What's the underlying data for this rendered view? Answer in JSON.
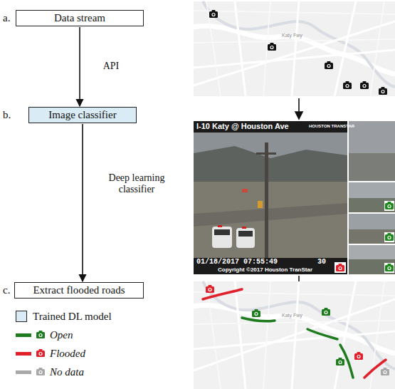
{
  "diagram": {
    "nodes": [
      {
        "text": [
          "Data stream"
        ]
      },
      {
        "text": [
          "Image classifier"
        ]
      },
      {
        "text": [
          "Extract flooded roads"
        ]
      }
    ],
    "edges": [
      {
        "from": 0,
        "to": 1,
        "label": "API",
        "arrow": "to"
      },
      {
        "from": 1,
        "to": 2,
        "label": "Deep learning classifier",
        "arrow": "to"
      }
    ],
    "labels": [
      "a.",
      "b.",
      "c.",
      "I-10 Katy @ Houston Ave",
      "HOUSTON TRANSTAR",
      "01/18/2017 07:55:49",
      "30",
      "Copyright ©2017 Houston TranStar",
      "Katy Fwy",
      "Katy Fwy"
    ],
    "legend": [
      {
        "text": "Trained DL model",
        "color": "#d9ebf5"
      },
      {
        "text": "Open",
        "color": "#1e7b1e"
      },
      {
        "text": "Flooded",
        "color": "#e0202a"
      },
      {
        "text": "No data",
        "color": "#a8a8a8"
      }
    ]
  }
}
